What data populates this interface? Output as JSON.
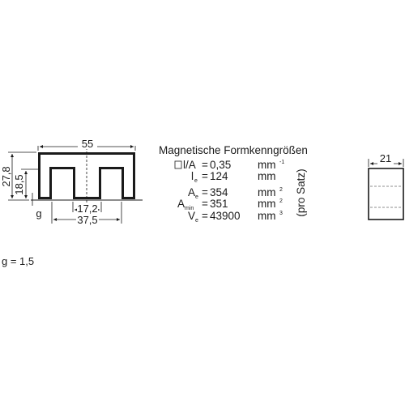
{
  "core_front": {
    "dim_width": "55",
    "dim_height_outer": "27,8",
    "dim_height_inner": "18,5",
    "dim_center_leg": "17,2",
    "dim_window": "37,5",
    "gap_label": "g"
  },
  "core_side": {
    "dim_depth": "21"
  },
  "parameters": {
    "title": "Magnetische Formkenngrößen",
    "note": "(pro Satz)",
    "rows": [
      {
        "symbol": "Σ l/A",
        "sym_sub": "",
        "eq": "=",
        "value": "0,35",
        "unit": "mm",
        "unit_sup": "-1"
      },
      {
        "symbol": "l",
        "sym_sub": "e",
        "eq": "=",
        "value": "124",
        "unit": "mm",
        "unit_sup": ""
      },
      {
        "symbol": "A",
        "sym_sub": "e",
        "eq": "=",
        "value": "354",
        "unit": "mm",
        "unit_sup": "2"
      },
      {
        "symbol": "A",
        "sym_sub": "min",
        "eq": "=",
        "value": "351",
        "unit": "mm",
        "unit_sup": "2"
      },
      {
        "symbol": "V",
        "sym_sub": "e",
        "eq": "=",
        "value": "43900",
        "unit": "mm",
        "unit_sup": "3"
      }
    ]
  },
  "gap_note": "g = 1,5",
  "colors": {
    "core_fill": "#1a1a1a",
    "line": "#1a1a1a",
    "background": "#ffffff"
  }
}
